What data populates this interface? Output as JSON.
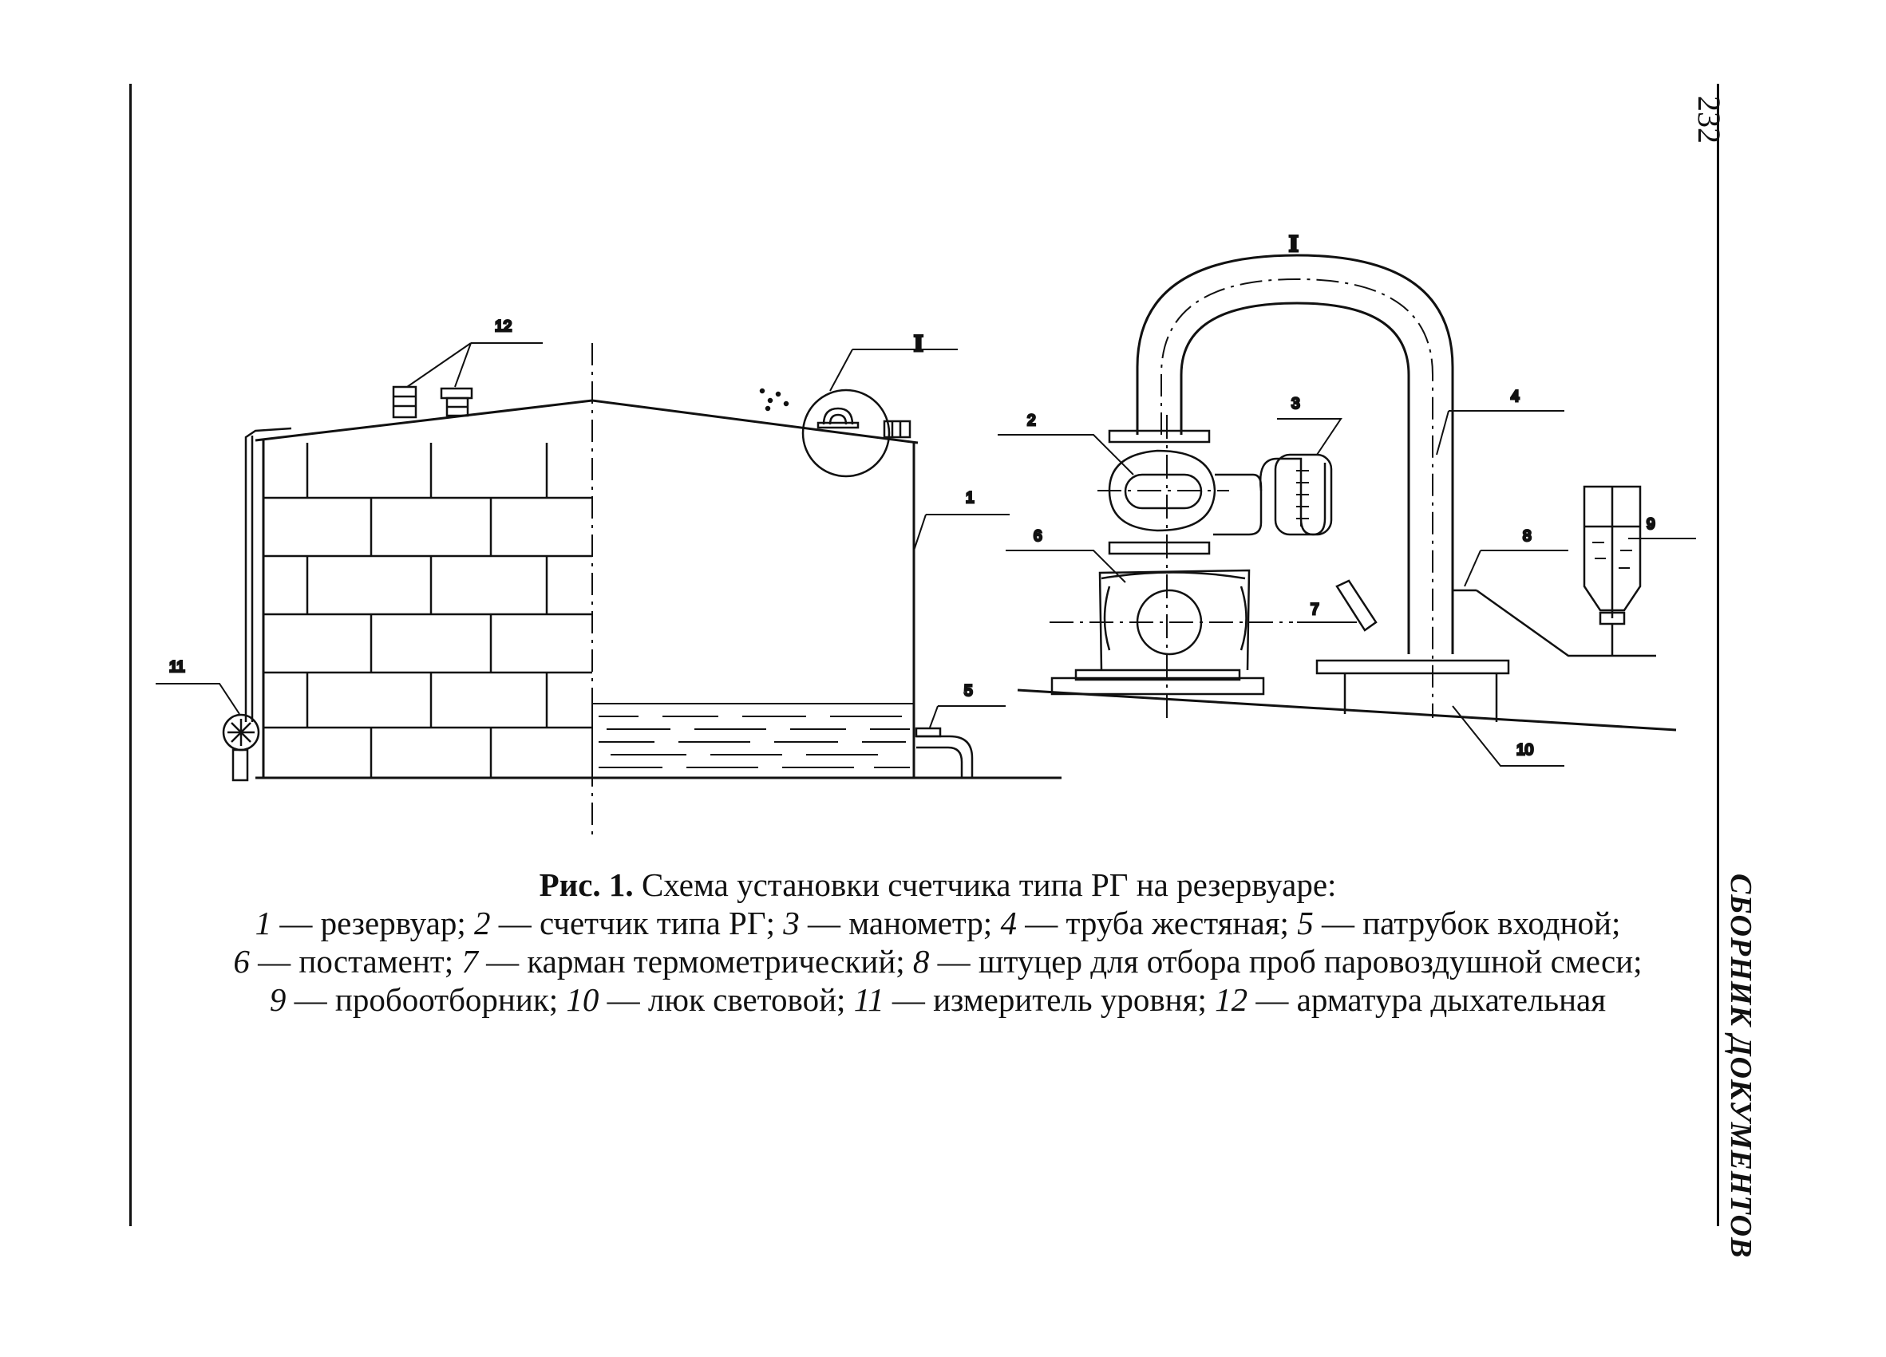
{
  "page": {
    "number": "232",
    "running_head": "СБОРНИК ДОКУМЕНТОВ"
  },
  "figure": {
    "callouts": {
      "n1": "1",
      "n2": "2",
      "n3": "3",
      "n4": "4",
      "n5": "5",
      "n6": "6",
      "n7": "7",
      "n8": "8",
      "n9": "9",
      "n10": "10",
      "n11": "11",
      "n12": "12",
      "detail_left": "I",
      "detail_right": "I"
    }
  },
  "caption": {
    "fig_label": "Рис. 1.",
    "title": " Схема установки счетчика типа РГ на резервуаре:",
    "items": [
      {
        "num": "1",
        "text": " — резервуар; "
      },
      {
        "num": "2",
        "text": " — счетчик типа РГ; "
      },
      {
        "num": "3",
        "text": " — манометр; "
      },
      {
        "num": "4",
        "text": " — труба жестяная;  "
      },
      {
        "num": "5",
        "text": " — патрубок входной;"
      },
      {
        "num": "6",
        "text": " — постамент; "
      },
      {
        "num": "7",
        "text": " — карман термометрический; "
      },
      {
        "num": "8",
        "text": " — штуцер для отбора проб паровоздушной смеси;"
      },
      {
        "num": "9",
        "text": " — пробоотборник; "
      },
      {
        "num": "10",
        "text": " — люк световой; "
      },
      {
        "num": "11",
        "text": " — измеритель уровня; "
      },
      {
        "num": "12",
        "text": " — арматура дыхательная"
      }
    ]
  }
}
